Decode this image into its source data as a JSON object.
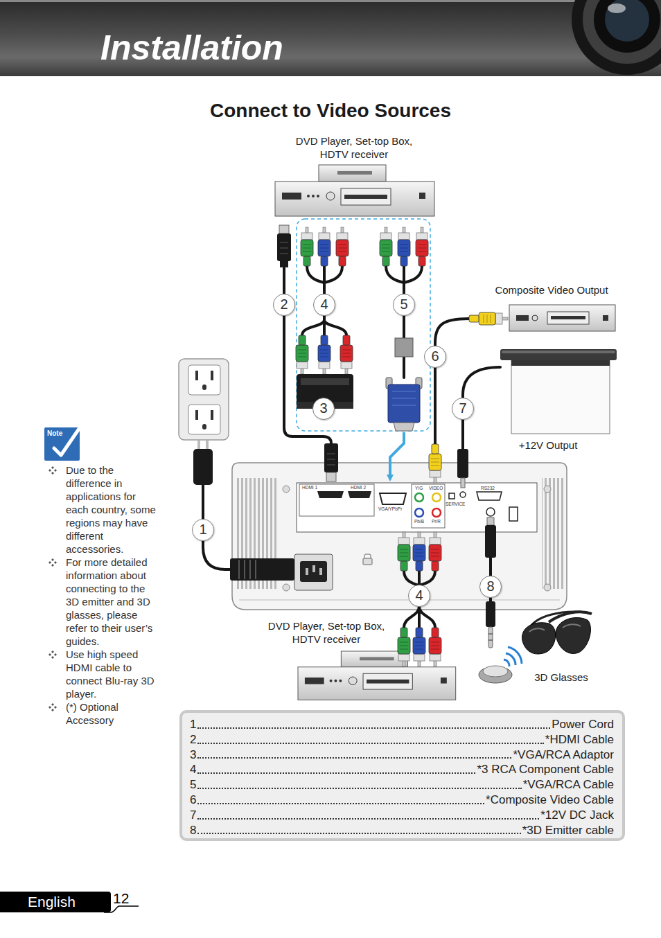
{
  "diagram": {
    "title": "Connect to Video Sources",
    "nodes": [
      {
        "text": [
          "Installation"
        ]
      },
      {
        "text": [
          "Note"
        ]
      },
      {
        "text": [
          "1",
          "Power Cord",
          "2",
          "*HDMI Cable",
          "3",
          "*VGA/RCA Adaptor",
          "4",
          "*3 RCA Component Cable",
          "5",
          "*VGA/RCA Cable",
          "6",
          "*Composite Video Cable",
          "7",
          "*12V DC Jack",
          "8",
          "*3D Emitter cable"
        ]
      },
      {
        "text": [
          "English"
        ]
      }
    ],
    "labels": [
      "DVD Player, Set-top Box, HDTV receiver",
      "2",
      "4",
      "5",
      "Composite Video Output",
      "6",
      "3",
      "7",
      "+12V Output",
      "HDMI 1",
      "HDMI 2",
      "VGA/YPbPr",
      "Y/G",
      "VIDEO",
      "SERVICE",
      "RS232",
      "Pb/B",
      "Pr/R",
      "1",
      "4",
      "8",
      "DVD Player, Set-top Box, HDTV receiver",
      "3D Glasses",
      "Due to the difference in applications for each country, some regions may have different accessories.",
      "For more detailed information about connecting to the 3D emitter and 3D glasses, please refer to their user’s guides.",
      "Use high speed HDMI cable to connect Blu-ray 3D player.",
      "(*) Optional Accessory",
      "12"
    ]
  }
}
